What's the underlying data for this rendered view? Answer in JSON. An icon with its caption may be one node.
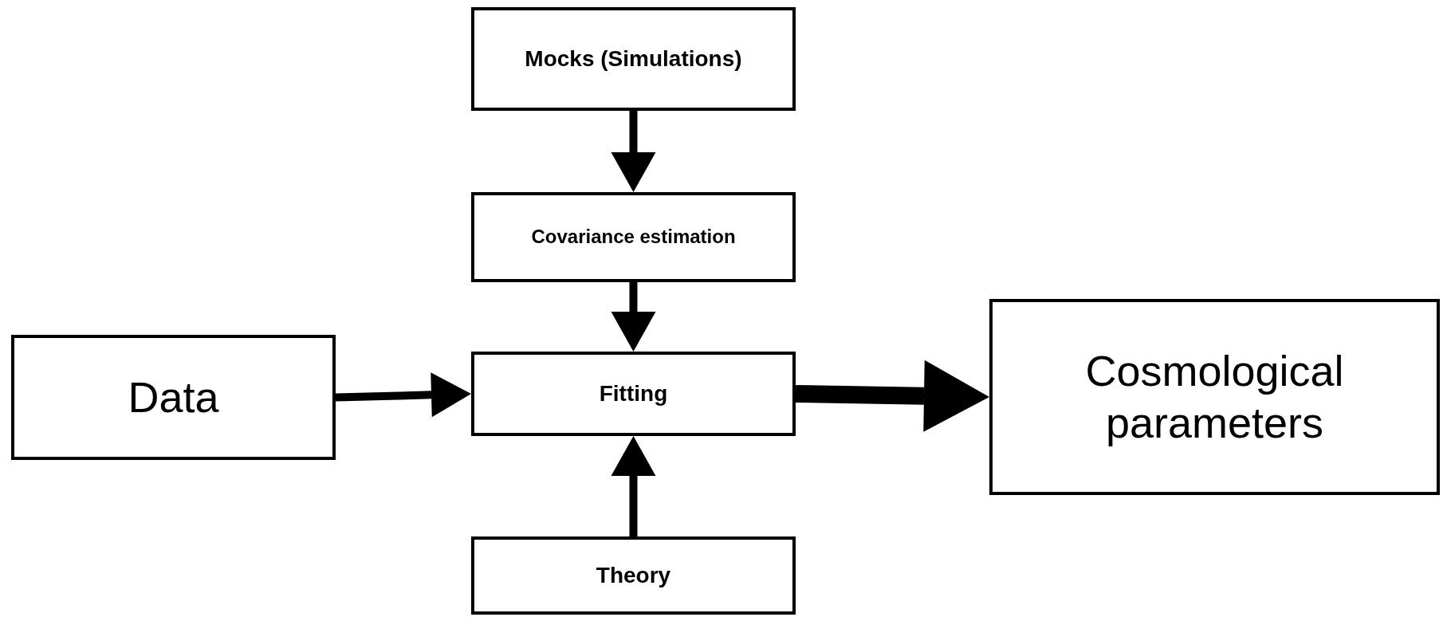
{
  "diagram": {
    "nodes": [
      {
        "text": [
          "Mocks (Simulations)"
        ]
      },
      {
        "text": [
          "Covariance estimation"
        ]
      },
      {
        "text": [
          "Data"
        ]
      },
      {
        "text": [
          "Fitting"
        ]
      },
      {
        "text": [
          "Cosmological parameters"
        ]
      },
      {
        "text": [
          "Theory"
        ]
      }
    ],
    "edges": [
      {
        "from": 0,
        "to": 1,
        "arrow": "to"
      },
      {
        "from": 1,
        "to": 3,
        "arrow": "to"
      },
      {
        "from": 2,
        "to": 3,
        "arrow": "to"
      },
      {
        "from": 5,
        "to": 3,
        "arrow": "to"
      },
      {
        "from": 3,
        "to": 4,
        "arrow": "to",
        "style": "thick"
      }
    ]
  }
}
